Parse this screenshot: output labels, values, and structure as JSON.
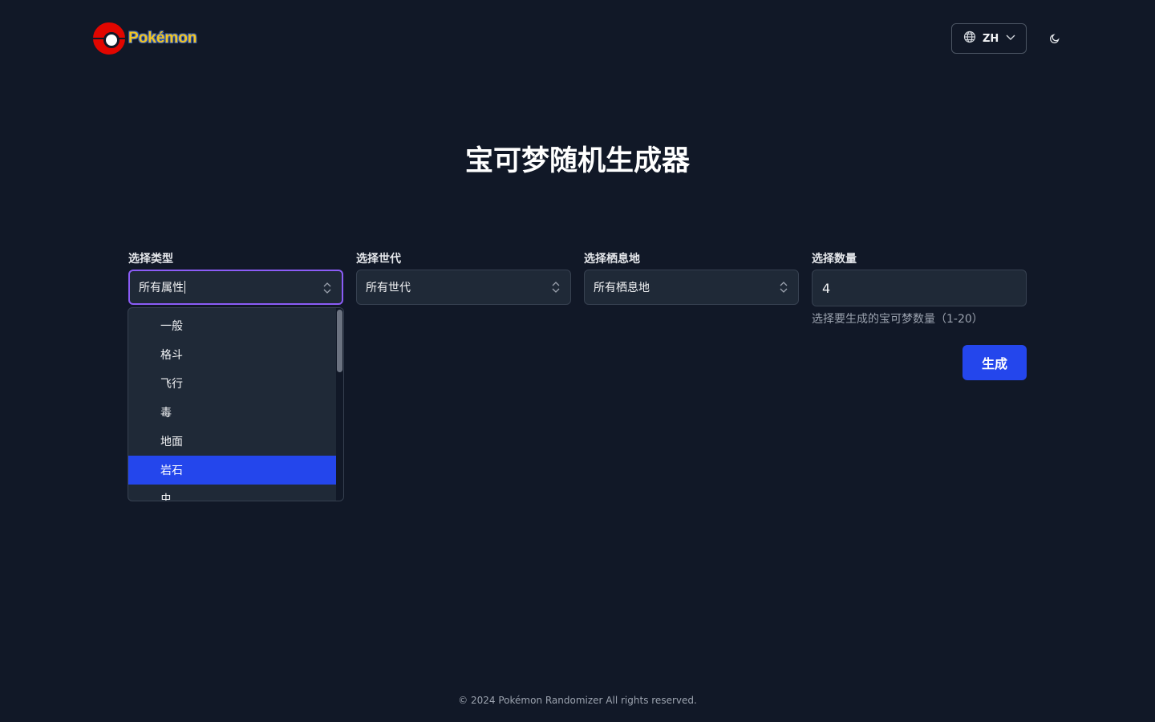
{
  "header": {
    "logo_text": "Pokémon",
    "language": "ZH"
  },
  "page_title": "宝可梦随机生成器",
  "form": {
    "type": {
      "label": "选择类型",
      "value": "所有属性"
    },
    "generation": {
      "label": "选择世代",
      "value": "所有世代"
    },
    "habitat": {
      "label": "选择栖息地",
      "value": "所有栖息地"
    },
    "count": {
      "label": "选择数量",
      "value": "4",
      "helper": "选择要生成的宝可梦数量（1-20）"
    },
    "generate_label": "生成"
  },
  "type_dropdown": {
    "options": [
      "一般",
      "格斗",
      "飞行",
      "毒",
      "地面",
      "岩石",
      "虫"
    ],
    "highlighted": "岩石"
  },
  "footer": "© 2024 Pokémon Randomizer All rights reserved.",
  "colors": {
    "background": "#111827",
    "accent": "#2446ec",
    "focus_ring": "#8b5cf6"
  }
}
